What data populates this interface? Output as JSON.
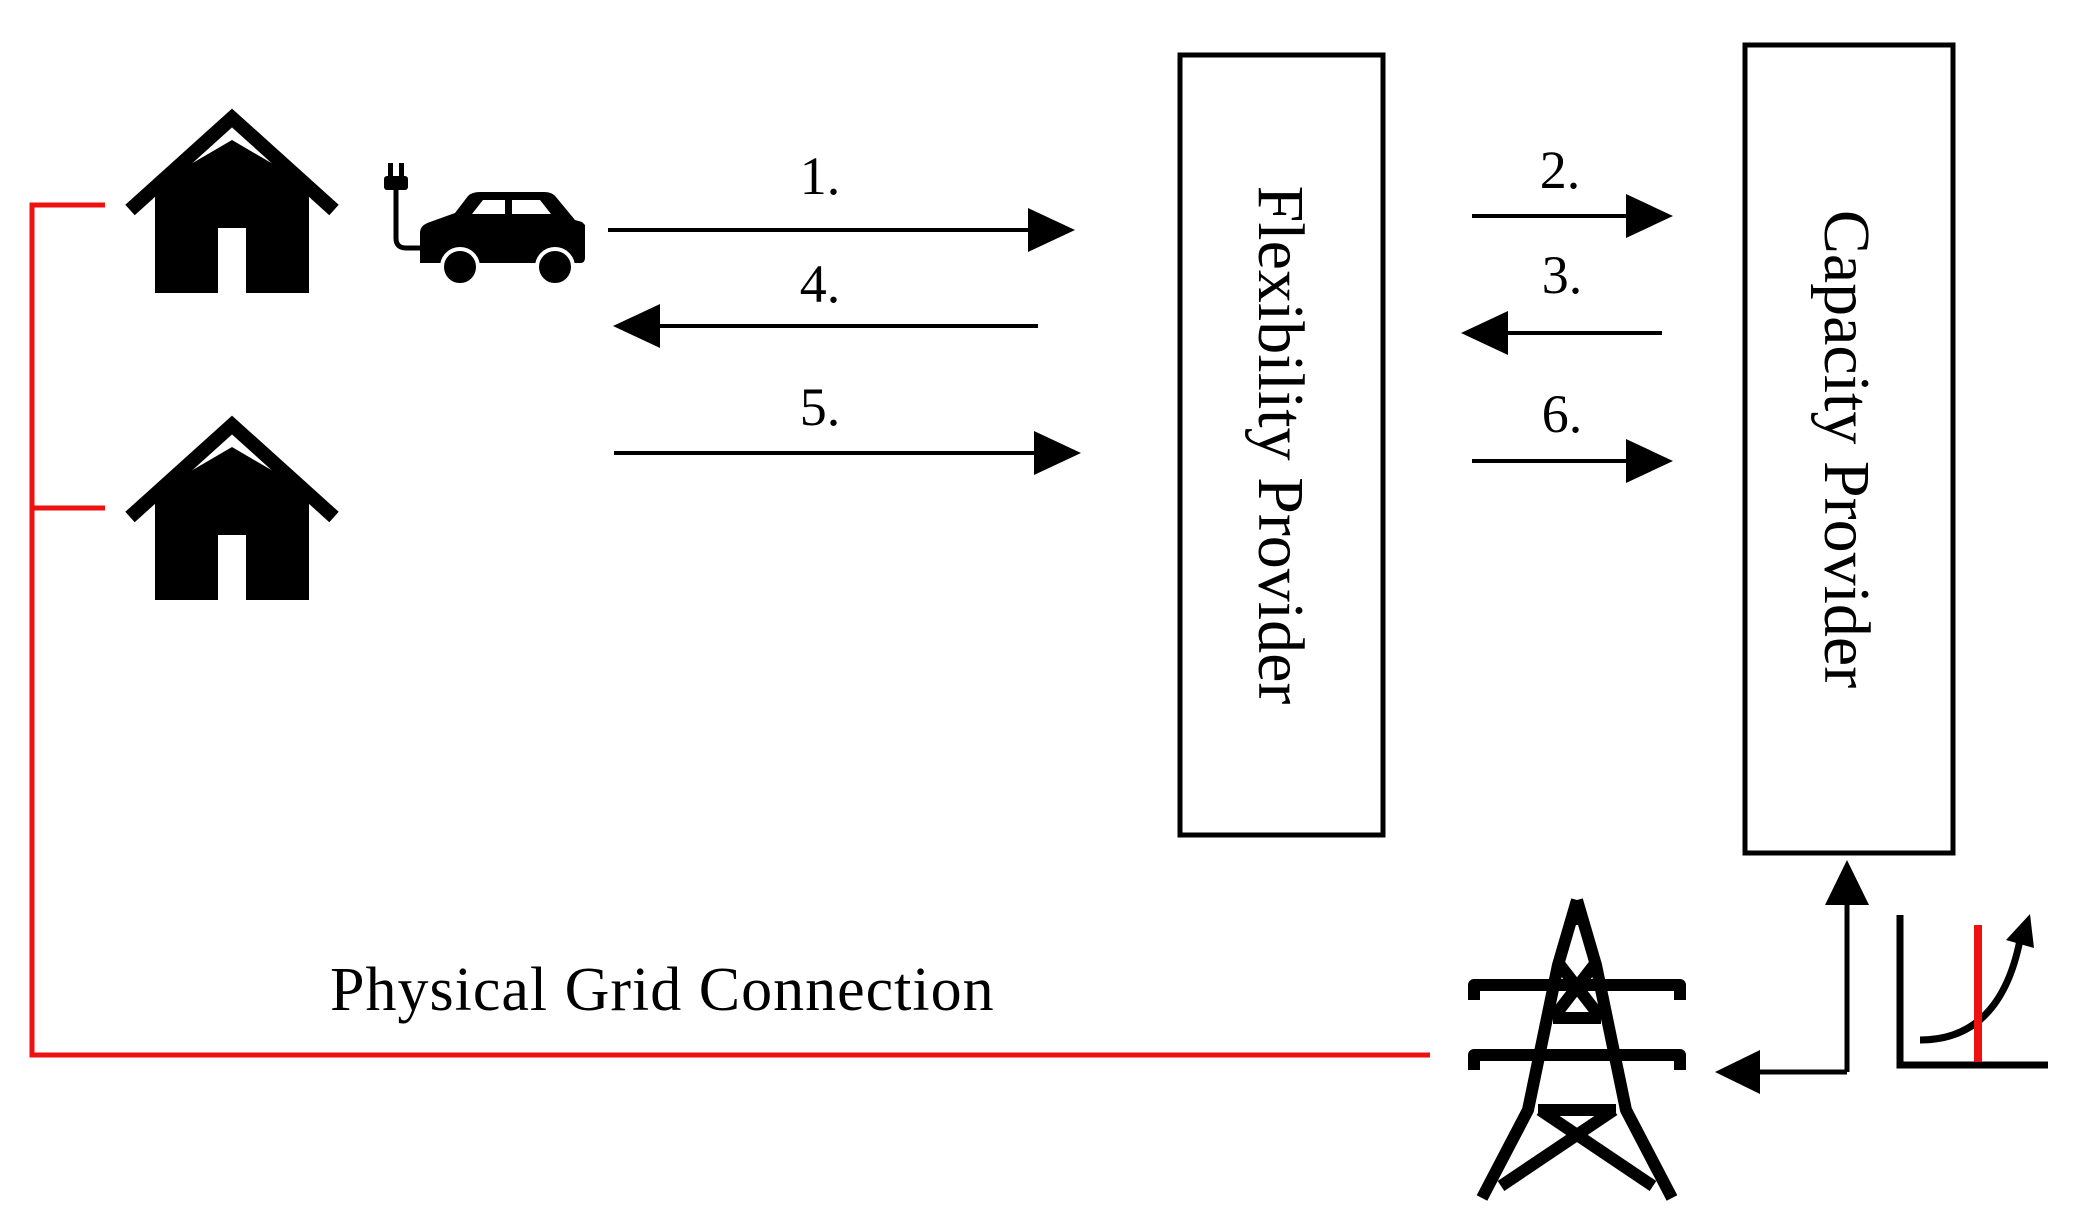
{
  "boxes": {
    "flexibility_provider": "Flexibility Provider",
    "capacity_provider": "Capacity Provider"
  },
  "arrows": {
    "step1": "1.",
    "step2": "2.",
    "step3": "3.",
    "step4": "4.",
    "step5": "5.",
    "step6": "6."
  },
  "grid_label": "Physical Grid Connection",
  "icons": [
    "house-icon",
    "house-icon",
    "ev-charging-car-icon",
    "transmission-tower-icon",
    "rising-curve-chart-icon"
  ],
  "colors": {
    "grid_line": "#ee1111",
    "ink": "#000000"
  }
}
